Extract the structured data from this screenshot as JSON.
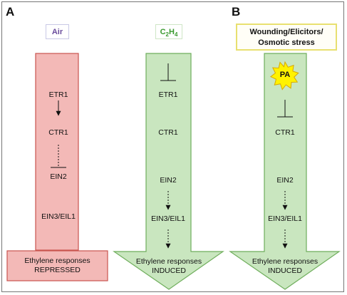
{
  "panels": {
    "a_letter": "A",
    "b_letter": "B"
  },
  "conditions": {
    "air": "Air",
    "ethylene_main": "C",
    "ethylene_sub1": "2",
    "ethylene_mid": "H",
    "ethylene_sub2": "4",
    "stress_line1": "Wounding/Elicitors/",
    "stress_line2": "Osmotic stress"
  },
  "columns": {
    "air": {
      "etr1": "ETR1",
      "ctr1": "CTR1",
      "ein2": "EIN2",
      "ein3": "EIN3/EIL1",
      "response_line1": "Ethylene responses",
      "response_line2": "REPRESSED"
    },
    "ethylene": {
      "etr1": "ETR1",
      "ctr1": "CTR1",
      "ein2": "EIN2",
      "ein3": "EIN3/EIL1",
      "response_line1": "Ethylene responses",
      "response_line2": "INDUCED"
    },
    "stress": {
      "pa": "PA",
      "ctr1": "CTR1",
      "ein2": "EIN2",
      "ein3": "EIN3/EIL1",
      "response_line1": "Ethylene responses",
      "response_line2": "INDUCED"
    }
  },
  "colors": {
    "red_fill": "#f3b9b7",
    "red_stroke": "#c9544f",
    "green_fill": "#c9e6bf",
    "green_stroke": "#6fae5c",
    "air_text": "#6a4c9c",
    "ethylene_text": "#3a9a2f",
    "stress_border": "#e8e070",
    "pa_fill": "#fff200"
  }
}
